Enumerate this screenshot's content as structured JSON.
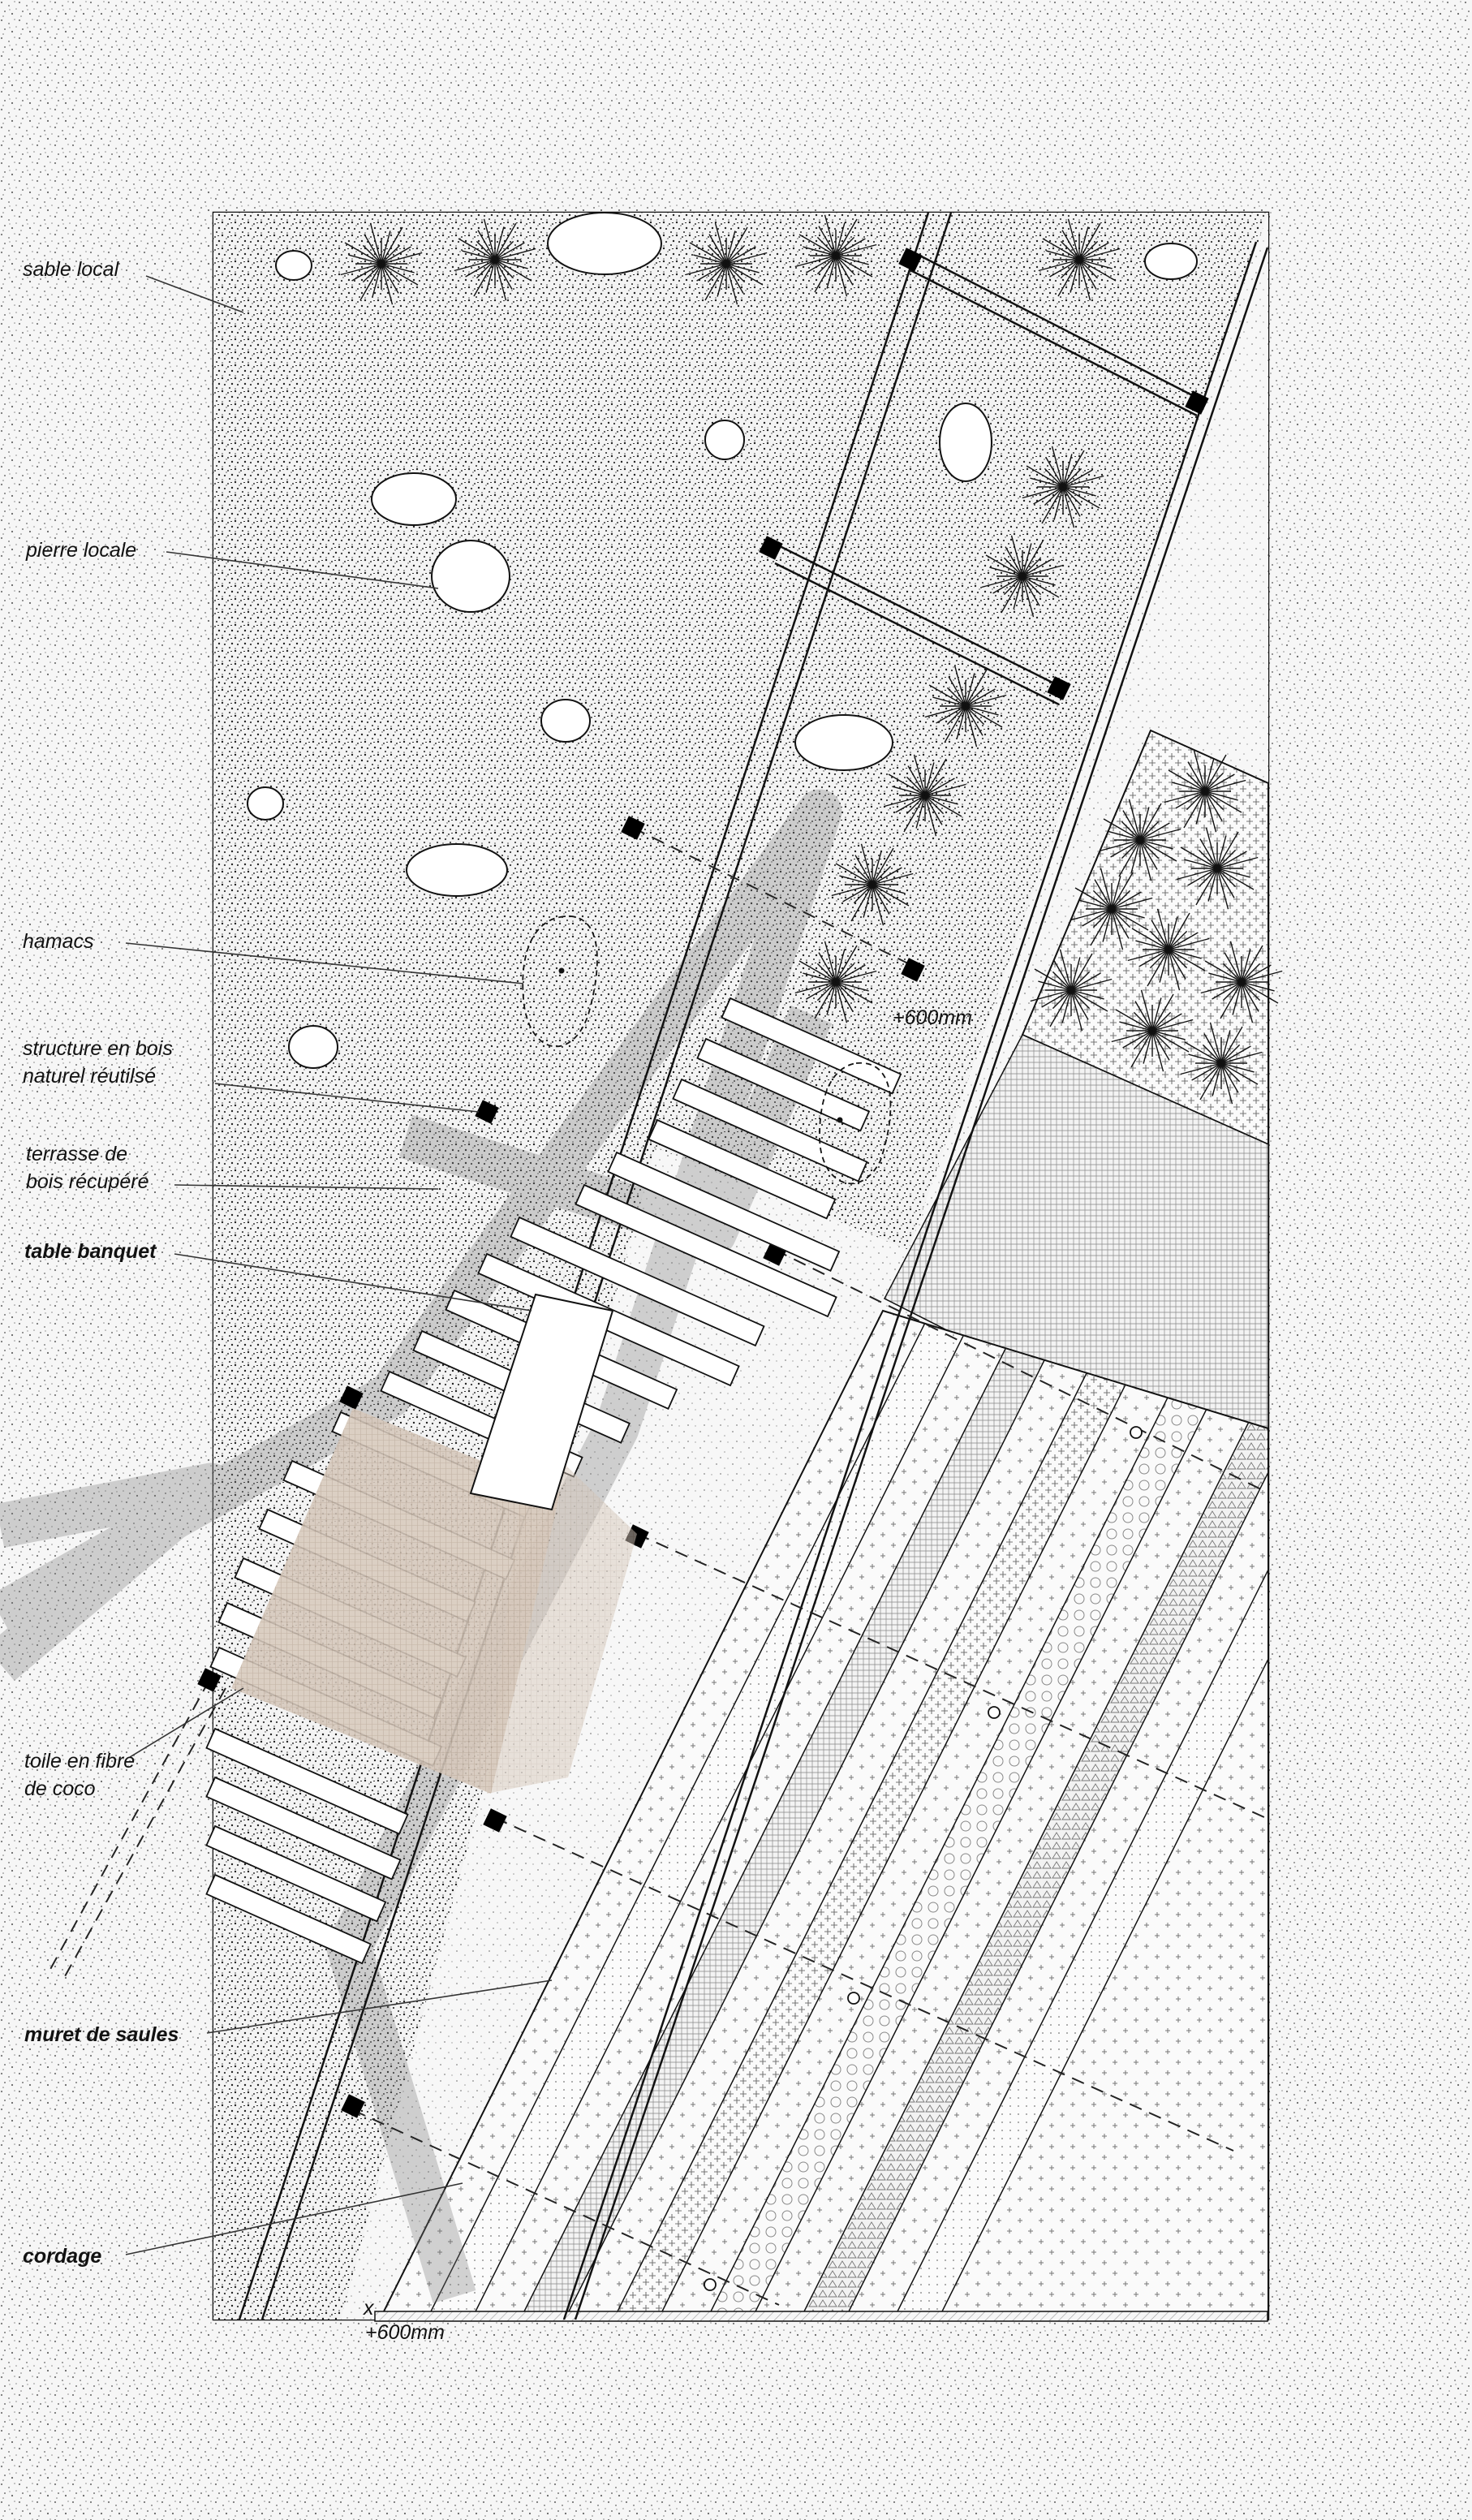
{
  "labels": {
    "sable_local": "sable local",
    "pierre_locale": "pierre locale",
    "hamacs": "hamacs",
    "structure_l1": "structure en bois",
    "structure_l2": "naturel  réutilsé",
    "terrasse_l1": "terrasse de",
    "terrasse_l2": "bois récupéré",
    "table_banquet": "table banquet",
    "toile_l1": "toile en fibre",
    "toile_l2": "de coco",
    "muret": "muret de saules",
    "cordage": "cordage"
  },
  "levels": {
    "upper": "+600mm",
    "lower": "+600mm",
    "marker": "x"
  },
  "colors": {
    "background": "#e9e9e9",
    "ink": "#111111",
    "sand": "#f4f4f4",
    "coco_fibre": "#d6c8bb",
    "shadow": "#bdbdbd"
  }
}
